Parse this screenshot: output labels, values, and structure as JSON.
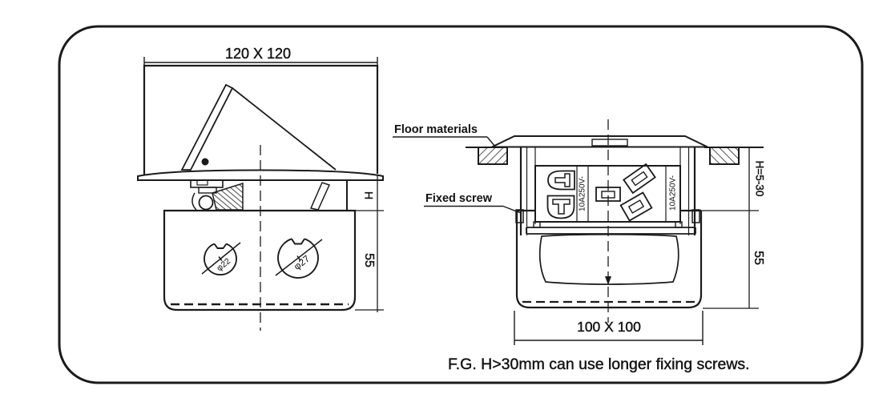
{
  "diagram": {
    "left_view": {
      "top_dimension": "120 X 120",
      "height_dim_label": "H",
      "depth_dim_label": "55",
      "small_hole_label": "φ22",
      "large_hole_label": "φ27"
    },
    "right_view": {
      "floor_materials_label": "Floor materials",
      "fixed_screw_label": "Fixed screw",
      "left_socket_rating": "10A250V-",
      "right_socket_rating": "10A250V-",
      "mount_height_dim_label": "H=5-30",
      "depth_dim_label": "55",
      "bottom_dimension": "100 X 100"
    },
    "footnote": "F.G.  H>30mm can use longer fixing screws.",
    "colors": {
      "line": "#1b1b1b",
      "background": "#ffffff"
    }
  }
}
